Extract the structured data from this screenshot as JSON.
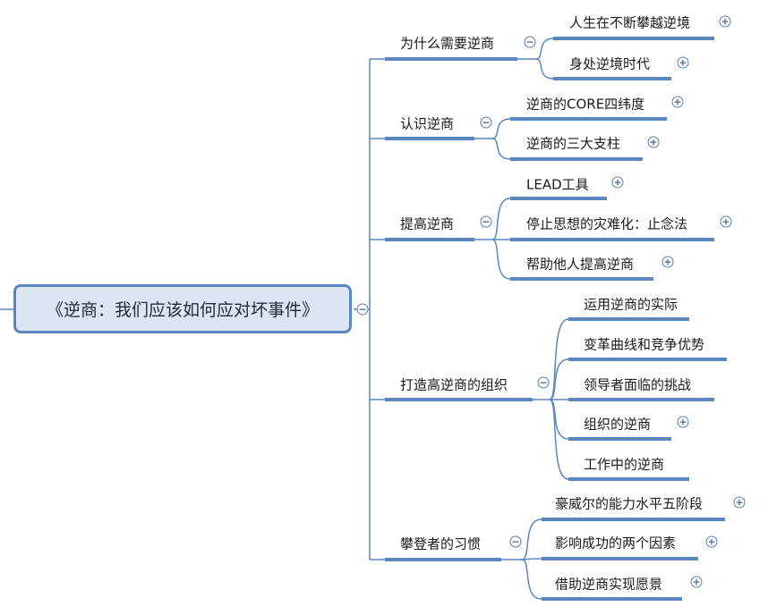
{
  "root": {
    "label": "《逆商：我们应该如何应对坏事件》"
  },
  "branches": [
    {
      "label": "为什么需要逆商",
      "state": "collapse",
      "children": [
        {
          "label": "人生在不断攀越逆境",
          "state": "expand"
        },
        {
          "label": "身处逆境时代",
          "state": "expand"
        }
      ]
    },
    {
      "label": "认识逆商",
      "state": "collapse",
      "children": [
        {
          "label": "逆商的CORE四纬度",
          "state": "expand"
        },
        {
          "label": "逆商的三大支柱",
          "state": "expand"
        }
      ]
    },
    {
      "label": "提高逆商",
      "state": "collapse",
      "children": [
        {
          "label": "LEAD工具",
          "state": "expand"
        },
        {
          "label": "停止思想的灾难化：止念法",
          "state": "expand"
        },
        {
          "label": "帮助他人提高逆商",
          "state": "expand"
        }
      ]
    },
    {
      "label": "打造高逆商的组织",
      "state": "collapse",
      "children": [
        {
          "label": "运用逆商的实际",
          "state": "none"
        },
        {
          "label": "变革曲线和竞争优势",
          "state": "none"
        },
        {
          "label": "领导者面临的挑战",
          "state": "none"
        },
        {
          "label": "组织的逆商",
          "state": "expand"
        },
        {
          "label": "工作中的逆商",
          "state": "none"
        }
      ]
    },
    {
      "label": "攀登者的习惯",
      "state": "collapse",
      "children": [
        {
          "label": "豪威尔的能力水平五阶段",
          "state": "expand"
        },
        {
          "label": "影响成功的两个因素",
          "state": "expand"
        },
        {
          "label": "借助逆商实现愿景",
          "state": "expand"
        }
      ]
    }
  ],
  "colors": {
    "line": "#5b86c0",
    "root_fill": "#dce6f2"
  }
}
